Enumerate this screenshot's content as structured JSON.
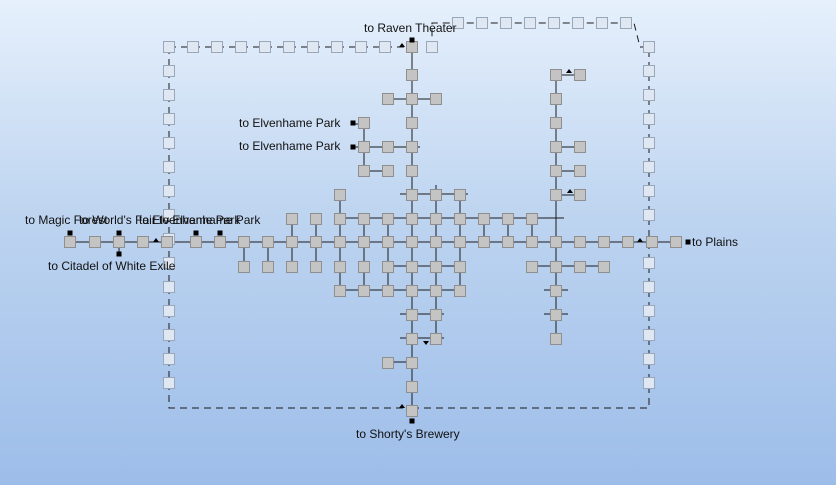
{
  "map": {
    "exit_labels": {
      "raven_theater": "to Raven Theater",
      "elvenhame_park_1": "to Elvenhame Park",
      "elvenhame_park_2": "to Elvenhame Park",
      "magic_forest": "to Magic Forest",
      "world_fair": "to World's Fair",
      "elvenhame_park_3": "to Elvenhame Park",
      "elvenhame_park_4": "to Elvenhame Park",
      "citadel": "to Citadel of White Exile",
      "plains": "to Plains",
      "shortys_brewery": "to Shorty's Brewery"
    },
    "colors": {
      "background_top": "#e6f0fc",
      "background_bottom": "#9dbde9",
      "room_fill": "#c4c4c4",
      "room_outline_fill": "#dfe7f2"
    }
  }
}
